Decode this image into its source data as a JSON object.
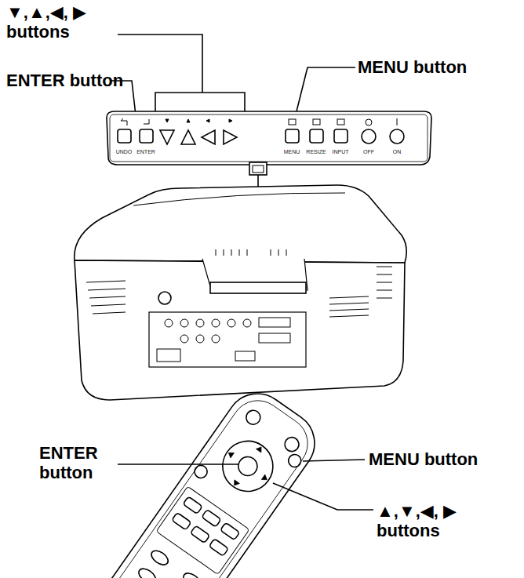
{
  "diagram": {
    "labels": [
      "▼,▲,◀, ▶ buttons",
      "ENTER button",
      "MENU button",
      "UNDO",
      "ENTER",
      "MENU",
      "RESIZE",
      "INPUT",
      "OFF",
      "ON",
      "ENTER button",
      "MENU button",
      "▲,▼,◀, ▶ buttons"
    ]
  }
}
